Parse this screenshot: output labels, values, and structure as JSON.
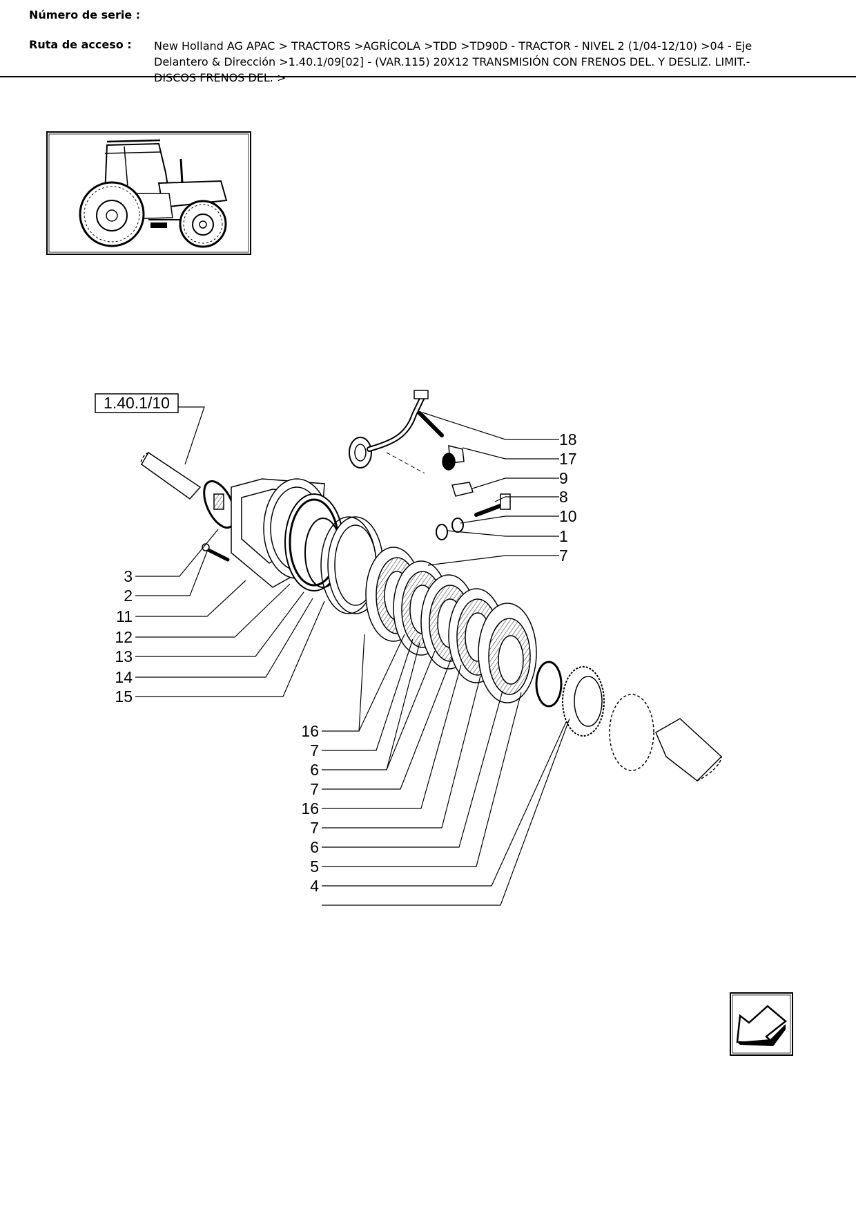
{
  "header": {
    "serial_label": "Número de serie :",
    "path_label": "Ruta de acceso :",
    "path_value": "New Holland AG APAC > TRACTORS >AGRÍCOLA >TDD >TD90D - TRACTOR - NIVEL 2 (1/04-12/10) >04 - Eje Delantero & Dirección >1.40.1/09[02] - (VAR.115) 20X12 TRANSMISIÓN CON FRENOS DEL. Y DESLIZ. LIMIT.- DISCOS FRENOS DEL. >"
  },
  "diagram": {
    "reference_box": "1.40.1/10",
    "callouts_right": [
      "18",
      "17",
      "9",
      "8",
      "10",
      "1",
      "7"
    ],
    "callouts_left": [
      "3",
      "2",
      "11",
      "12",
      "13",
      "14",
      "15"
    ],
    "callouts_bottom": [
      "16",
      "7",
      "6",
      "7",
      "16",
      "7",
      "6",
      "5",
      "4"
    ]
  },
  "icons": {
    "thumbnail": "tractor-thumbnail-icon",
    "navigation": "back-arrow-icon"
  }
}
